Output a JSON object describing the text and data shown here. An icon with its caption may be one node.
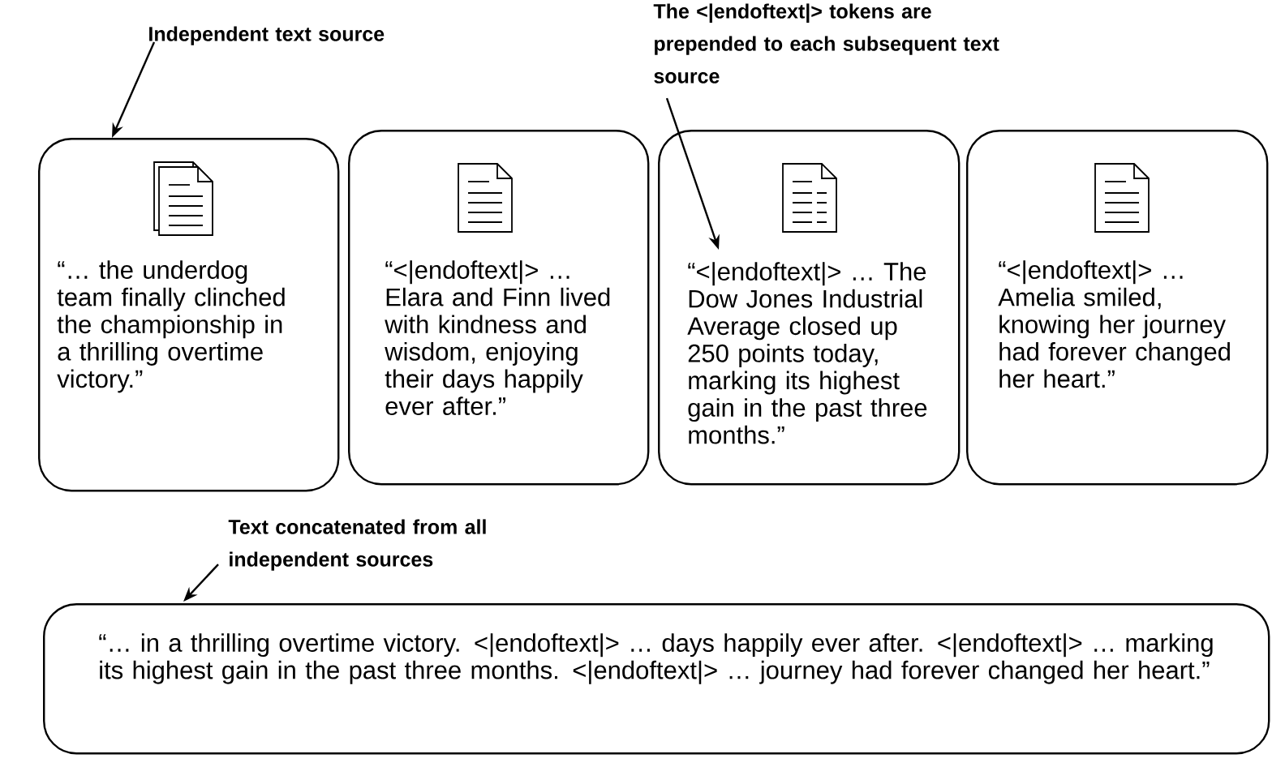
{
  "diagram": {
    "nodes": [
      {
        "text": [
          "Independent text source"
        ]
      },
      {
        "text": [
          "“… the underdog team finally clinched the championship in a thrilling overtime victory.”"
        ]
      },
      {
        "text": [
          "“<|endoftext|> … Elara and Finn lived with kindness and wisdom, enjoying their days happily ever after.”"
        ]
      },
      {
        "text": [
          "“<|endoftext|> … The Dow Jones Industrial Average closed up 250 points today, marking its highest gain in the past three months.”"
        ]
      },
      {
        "text": [
          "“<|endoftext|> … Amelia smiled, knowing her journey had forever changed her heart.”"
        ]
      },
      {
        "text": [
          "The <|endoftext|> tokens are prepended to each subsequent text source"
        ]
      },
      {
        "text": [
          "Text concatenated from all independent sources"
        ]
      },
      {
        "text": [
          "“… in a thrilling overtime victory. <|endoftext|> … days happily ever after. <|endoftext|> … marking its highest gain in the past three months. <|endoftext|> … journey had forever changed her heart.”"
        ]
      }
    ],
    "edges": [
      {
        "from": 0,
        "to": 1,
        "arrow": "to"
      },
      {
        "from": 5,
        "to": 3,
        "arrow": "to"
      },
      {
        "from": 6,
        "to": 7,
        "arrow": "to"
      }
    ]
  }
}
